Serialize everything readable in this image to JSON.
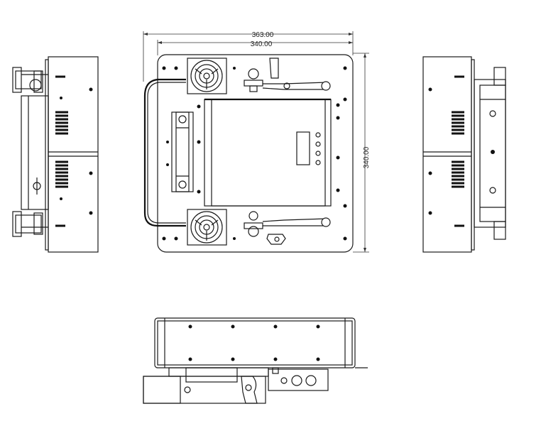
{
  "dimensions": {
    "overall_width": "363.00",
    "inner_width": "340.00",
    "height": "340.00"
  }
}
